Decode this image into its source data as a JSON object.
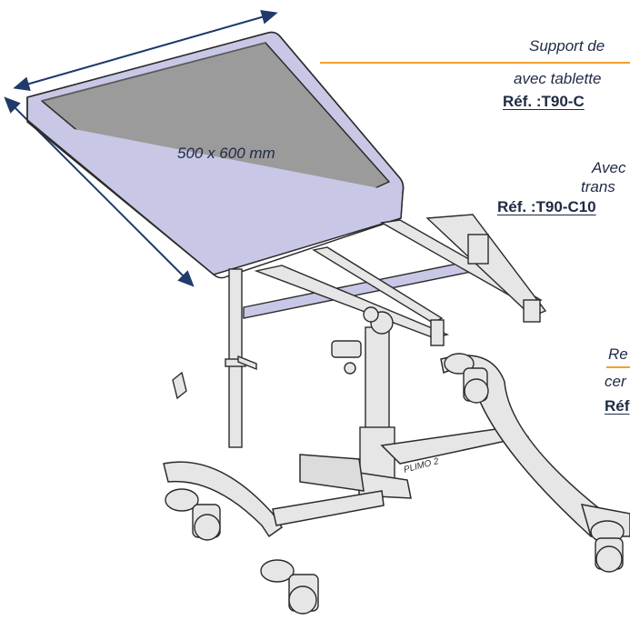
{
  "dimension_label": "500 x 600 mm",
  "callouts": [
    {
      "line1": "Support de",
      "line2": "avec tablette",
      "ref": "Réf. :T90-C"
    },
    {
      "line1": "Avec",
      "line2": "trans",
      "ref": "Réf. :T90-C10"
    },
    {
      "line1": "Re",
      "line2": "cer",
      "ref": "Réf"
    }
  ],
  "colors": {
    "tray_fill": "#c9c7e6",
    "tray_floor": "#9a9a9a",
    "metal": "#d9d9d9",
    "outline": "#2b2b2b",
    "callout_line": "#f0a12c",
    "arrow": "#1f3a6b",
    "text": "#1f2a44"
  },
  "model_marking": "PLIMO 2"
}
